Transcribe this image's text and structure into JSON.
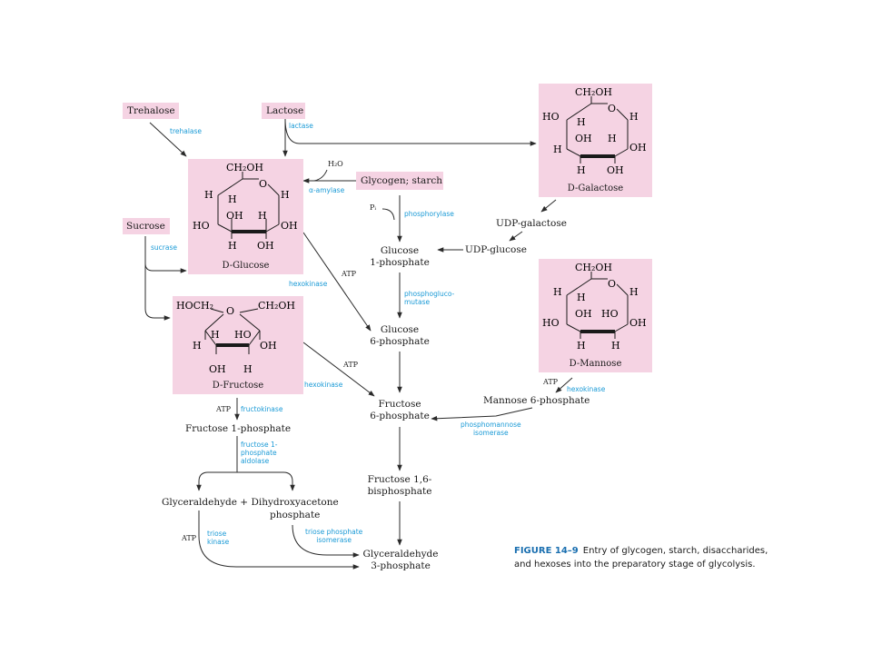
{
  "labels": {
    "trehalose": "Trehalose",
    "lactose": "Lactose",
    "sucrose": "Sucrose",
    "glycogen_starch": "Glycogen; starch",
    "h2o": "H₂O",
    "pi": "Pᵢ",
    "udp_galactose": "UDP-galactose",
    "udp_glucose": "UDP-glucose",
    "glucose_1p": [
      "Glucose",
      "1-phosphate"
    ],
    "glucose_6p": [
      "Glucose",
      "6-phosphate"
    ],
    "fructose_6p": [
      "Fructose",
      "6-phosphate"
    ],
    "fructose_16bp": [
      "Fructose 1,6-",
      "bisphosphate"
    ],
    "glyceraldehyde_3p": [
      "Glyceraldehyde",
      "3-phosphate"
    ],
    "fructose_1p": "Fructose 1-phosphate",
    "glyc_dhap": "Glyceraldehyde + Dihydroxyacetone",
    "phosphate": "phosphate",
    "mannose_6p": "Mannose 6-phosphate"
  },
  "sugars": {
    "glucose": {
      "name": "D-Glucose",
      "top": "CH₂OH",
      "o": "O",
      "upper": [
        "H",
        "H",
        "H"
      ],
      "mid": [
        "HO",
        "OH",
        "H",
        "OH"
      ],
      "lower": [
        "H",
        "OH"
      ]
    },
    "galactose": {
      "name": "D-Galactose",
      "top": "CH₂OH",
      "o": "O",
      "upper": [
        "HO",
        "H",
        "H"
      ],
      "mid": [
        "H",
        "OH",
        "H",
        "OH"
      ],
      "lower": [
        "H",
        "OH"
      ]
    },
    "mannose": {
      "name": "D-Mannose",
      "top": "CH₂OH",
      "o": "O",
      "upper": [
        "H",
        "H",
        "H"
      ],
      "mid": [
        "HO",
        "OH",
        "HO",
        "OH"
      ],
      "lower": [
        "H",
        "H"
      ]
    },
    "fructose": {
      "name": "D-Fructose",
      "left_top": "HOCH₂",
      "o": "O",
      "right_top": "CH₂OH",
      "upper": [
        "H",
        "H",
        "HO",
        "OH"
      ],
      "lower": [
        "OH",
        "H"
      ]
    }
  },
  "enzymes": {
    "trehalase": "trehalase",
    "lactase": "lactase",
    "sucrase": "sucrase",
    "alpha_amylase": "α-amylase",
    "phosphorylase": "phosphorylase",
    "phosphoglucomutase": [
      "phosphogluco-",
      "mutase"
    ],
    "hexokinase": "hexokinase",
    "fructokinase": "fructokinase",
    "fructose1p_aldolase": [
      "fructose 1-",
      "phosphate",
      "aldolase"
    ],
    "triose_kinase": [
      "triose",
      "kinase"
    ],
    "triose_phosphate_isomerase": [
      "triose phosphate",
      "isomerase"
    ],
    "phosphomannose_isomerase": [
      "phosphomannose",
      "isomerase"
    ]
  },
  "atp": "ATP",
  "caption": {
    "figure": "FIGURE 14–9",
    "text": "Entry of glycogen, starch, disaccharides, and hexoses into the preparatory stage of glycolysis."
  },
  "colors": {
    "box": "#f5d3e3",
    "enzyme": "#1a9ad6",
    "caption_fig": "#1a6fb0",
    "arrow": "#2a2a2a"
  }
}
